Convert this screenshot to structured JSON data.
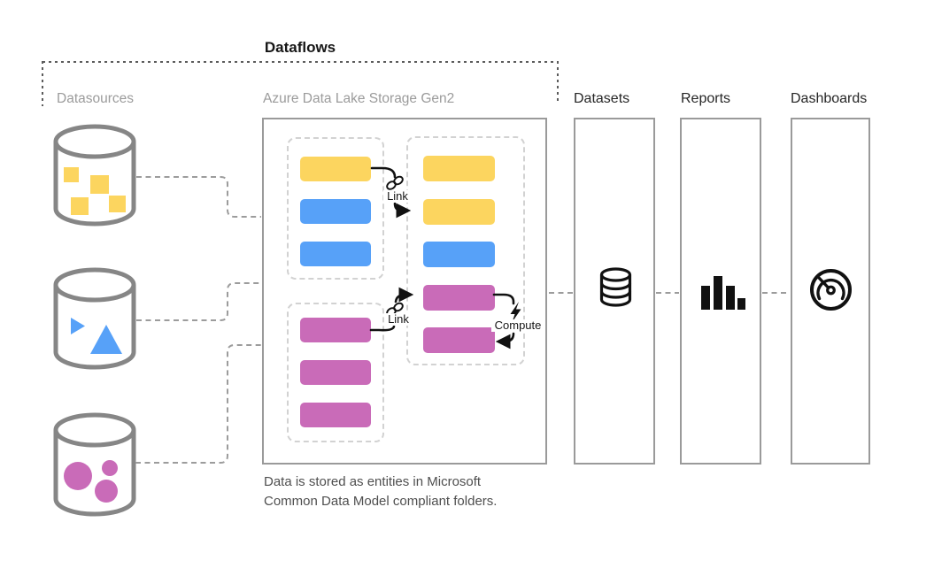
{
  "title": "Dataflows",
  "columns": {
    "datasources": "Datasources",
    "adls": "Azure Data Lake Storage Gen2",
    "datasets": "Datasets",
    "reports": "Reports",
    "dashboards": "Dashboards"
  },
  "annotations": {
    "link_upper": "Link",
    "link_lower": "Link",
    "compute": "Compute"
  },
  "caption": {
    "line1": "Data is stored as entities in Microsoft",
    "line2": "Common Data Model compliant folders."
  },
  "colors": {
    "yellow": "#FCD55F",
    "blue": "#57A1F8",
    "pink": "#C96BB8",
    "box_border": "#9A9A9A",
    "cylinder_stroke": "#868686",
    "connector_gray": "#9c9c9c",
    "icon_black": "#111111"
  },
  "entities": {
    "source_group_upper": [
      "yellow",
      "blue",
      "blue"
    ],
    "source_group_lower": [
      "pink",
      "pink",
      "pink"
    ],
    "model_group": [
      "yellow",
      "yellow",
      "blue",
      "pink",
      "pink"
    ]
  },
  "datasources": [
    {
      "shape": "squares",
      "color_key": "yellow"
    },
    {
      "shape": "triangles",
      "color_key": "blue"
    },
    {
      "shape": "circles",
      "color_key": "pink"
    }
  ],
  "icons": {
    "datasets": "database-icon",
    "reports": "bar-chart-icon",
    "dashboards": "gauge-icon",
    "link": "chain-link-icon",
    "compute": "lightning-icon",
    "datasource": "database-cylinder-icon"
  }
}
